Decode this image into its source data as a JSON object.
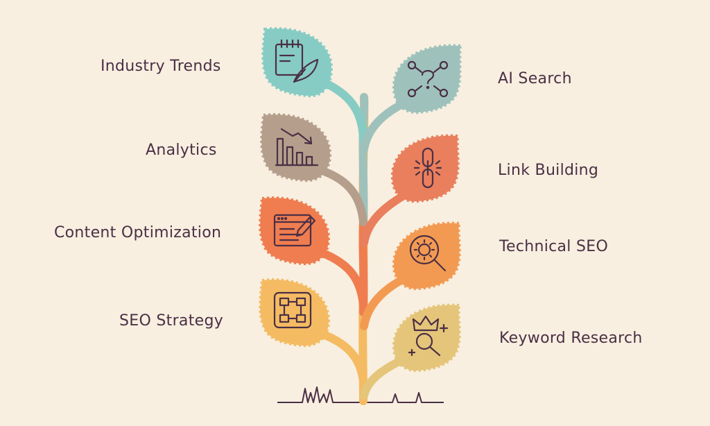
{
  "labels": {
    "industry_trends": "Industry Trends",
    "analytics": "Analytics",
    "content_optimization": "Content Optimization",
    "seo_strategy": "SEO Strategy",
    "ai_search": "AI Search",
    "link_building": "Link Building",
    "technical_seo": "Technical SEO",
    "keyword_research": "Keyword Research"
  },
  "colors": {
    "background": "#f8efe0",
    "text": "#4a2f45",
    "icon_stroke": "#4a2f45",
    "leaf_industry_trends": "#86ccc4",
    "leaf_ai_search": "#9ec2bb",
    "leaf_analytics": "#b59f8c",
    "leaf_link_building": "#e97f5c",
    "leaf_content_optimization": "#ef7d4f",
    "leaf_technical_seo": "#f39a52",
    "leaf_seo_strategy": "#f4bb62",
    "leaf_keyword_research": "#e5c57a"
  },
  "icons": {
    "industry_trends": "notepad-feather-icon",
    "ai_search": "network-question-icon",
    "analytics": "bar-chart-down-trend-icon",
    "link_building": "chain-link-icon",
    "content_optimization": "browser-edit-icon",
    "technical_seo": "gear-magnifier-icon",
    "seo_strategy": "flowchart-icon",
    "keyword_research": "crown-magnifier-icon"
  }
}
